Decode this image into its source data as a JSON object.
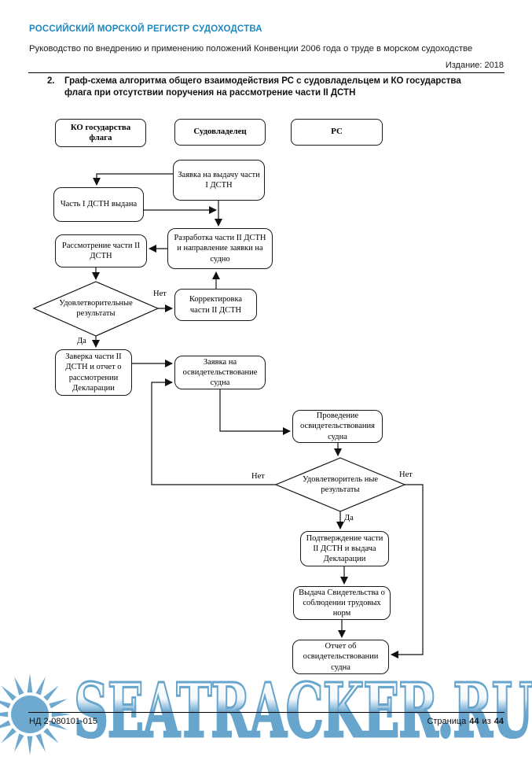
{
  "header": {
    "org": "РОССИЙСКИЙ МОРСКОЙ РЕГИСТР СУДОХОДСТВА",
    "subtitle": "Руководство по внедрению и применению положений Конвенции 2006 года о труде в морском судоходстве",
    "edition": "Издание: 2018"
  },
  "section": {
    "number": "2.",
    "title": "Граф-схема алгоритма общего взаимодействия РС с судовладельцем и КО государства флага при отсутствии поручения на рассмотрение части II ДСТН"
  },
  "flowchart": {
    "lanes": {
      "flag_state": "КО государства флага",
      "shipowner": "Судовладелец",
      "rs": "РС"
    },
    "nodes": {
      "request_part1": "Заявка на выдачу части I ДСТН",
      "part1_issued": "Часть I ДСТН выдана",
      "develop_part2": "Разработка части II ДСТН и направление заявки на судно",
      "review_part2": "Рассмотрение части II ДСТН",
      "decision1": "Удовлетворительные результаты",
      "correction": "Корректировка части II ДСТН",
      "endorse_part2": "Заверка части II ДСТН и отчет о рассмотрении Декларации",
      "survey_request": "Заявка на освидетельствование судна",
      "survey": "Проведение освидетельствования судна",
      "decision2": "Удовлетворитель ные результаты",
      "confirm_part2": "Подтверждение части II ДСТН и выдача Декларации",
      "issue_certificate": "Выдача Свидетельства о соблюдении трудовых норм",
      "survey_report": "Отчет об освидетельствовании судна"
    },
    "labels": {
      "yes": "Да",
      "no": "Нет"
    }
  },
  "footer": {
    "doc_number": "НД 2-080101-015",
    "page_label": "Страница",
    "page_current": "44",
    "page_of": "из",
    "page_total": "44"
  },
  "watermark": {
    "text": "SEATRACKER.RU"
  },
  "colors": {
    "header_blue": "#1e87bd",
    "watermark_blue": "#67a5cd"
  }
}
